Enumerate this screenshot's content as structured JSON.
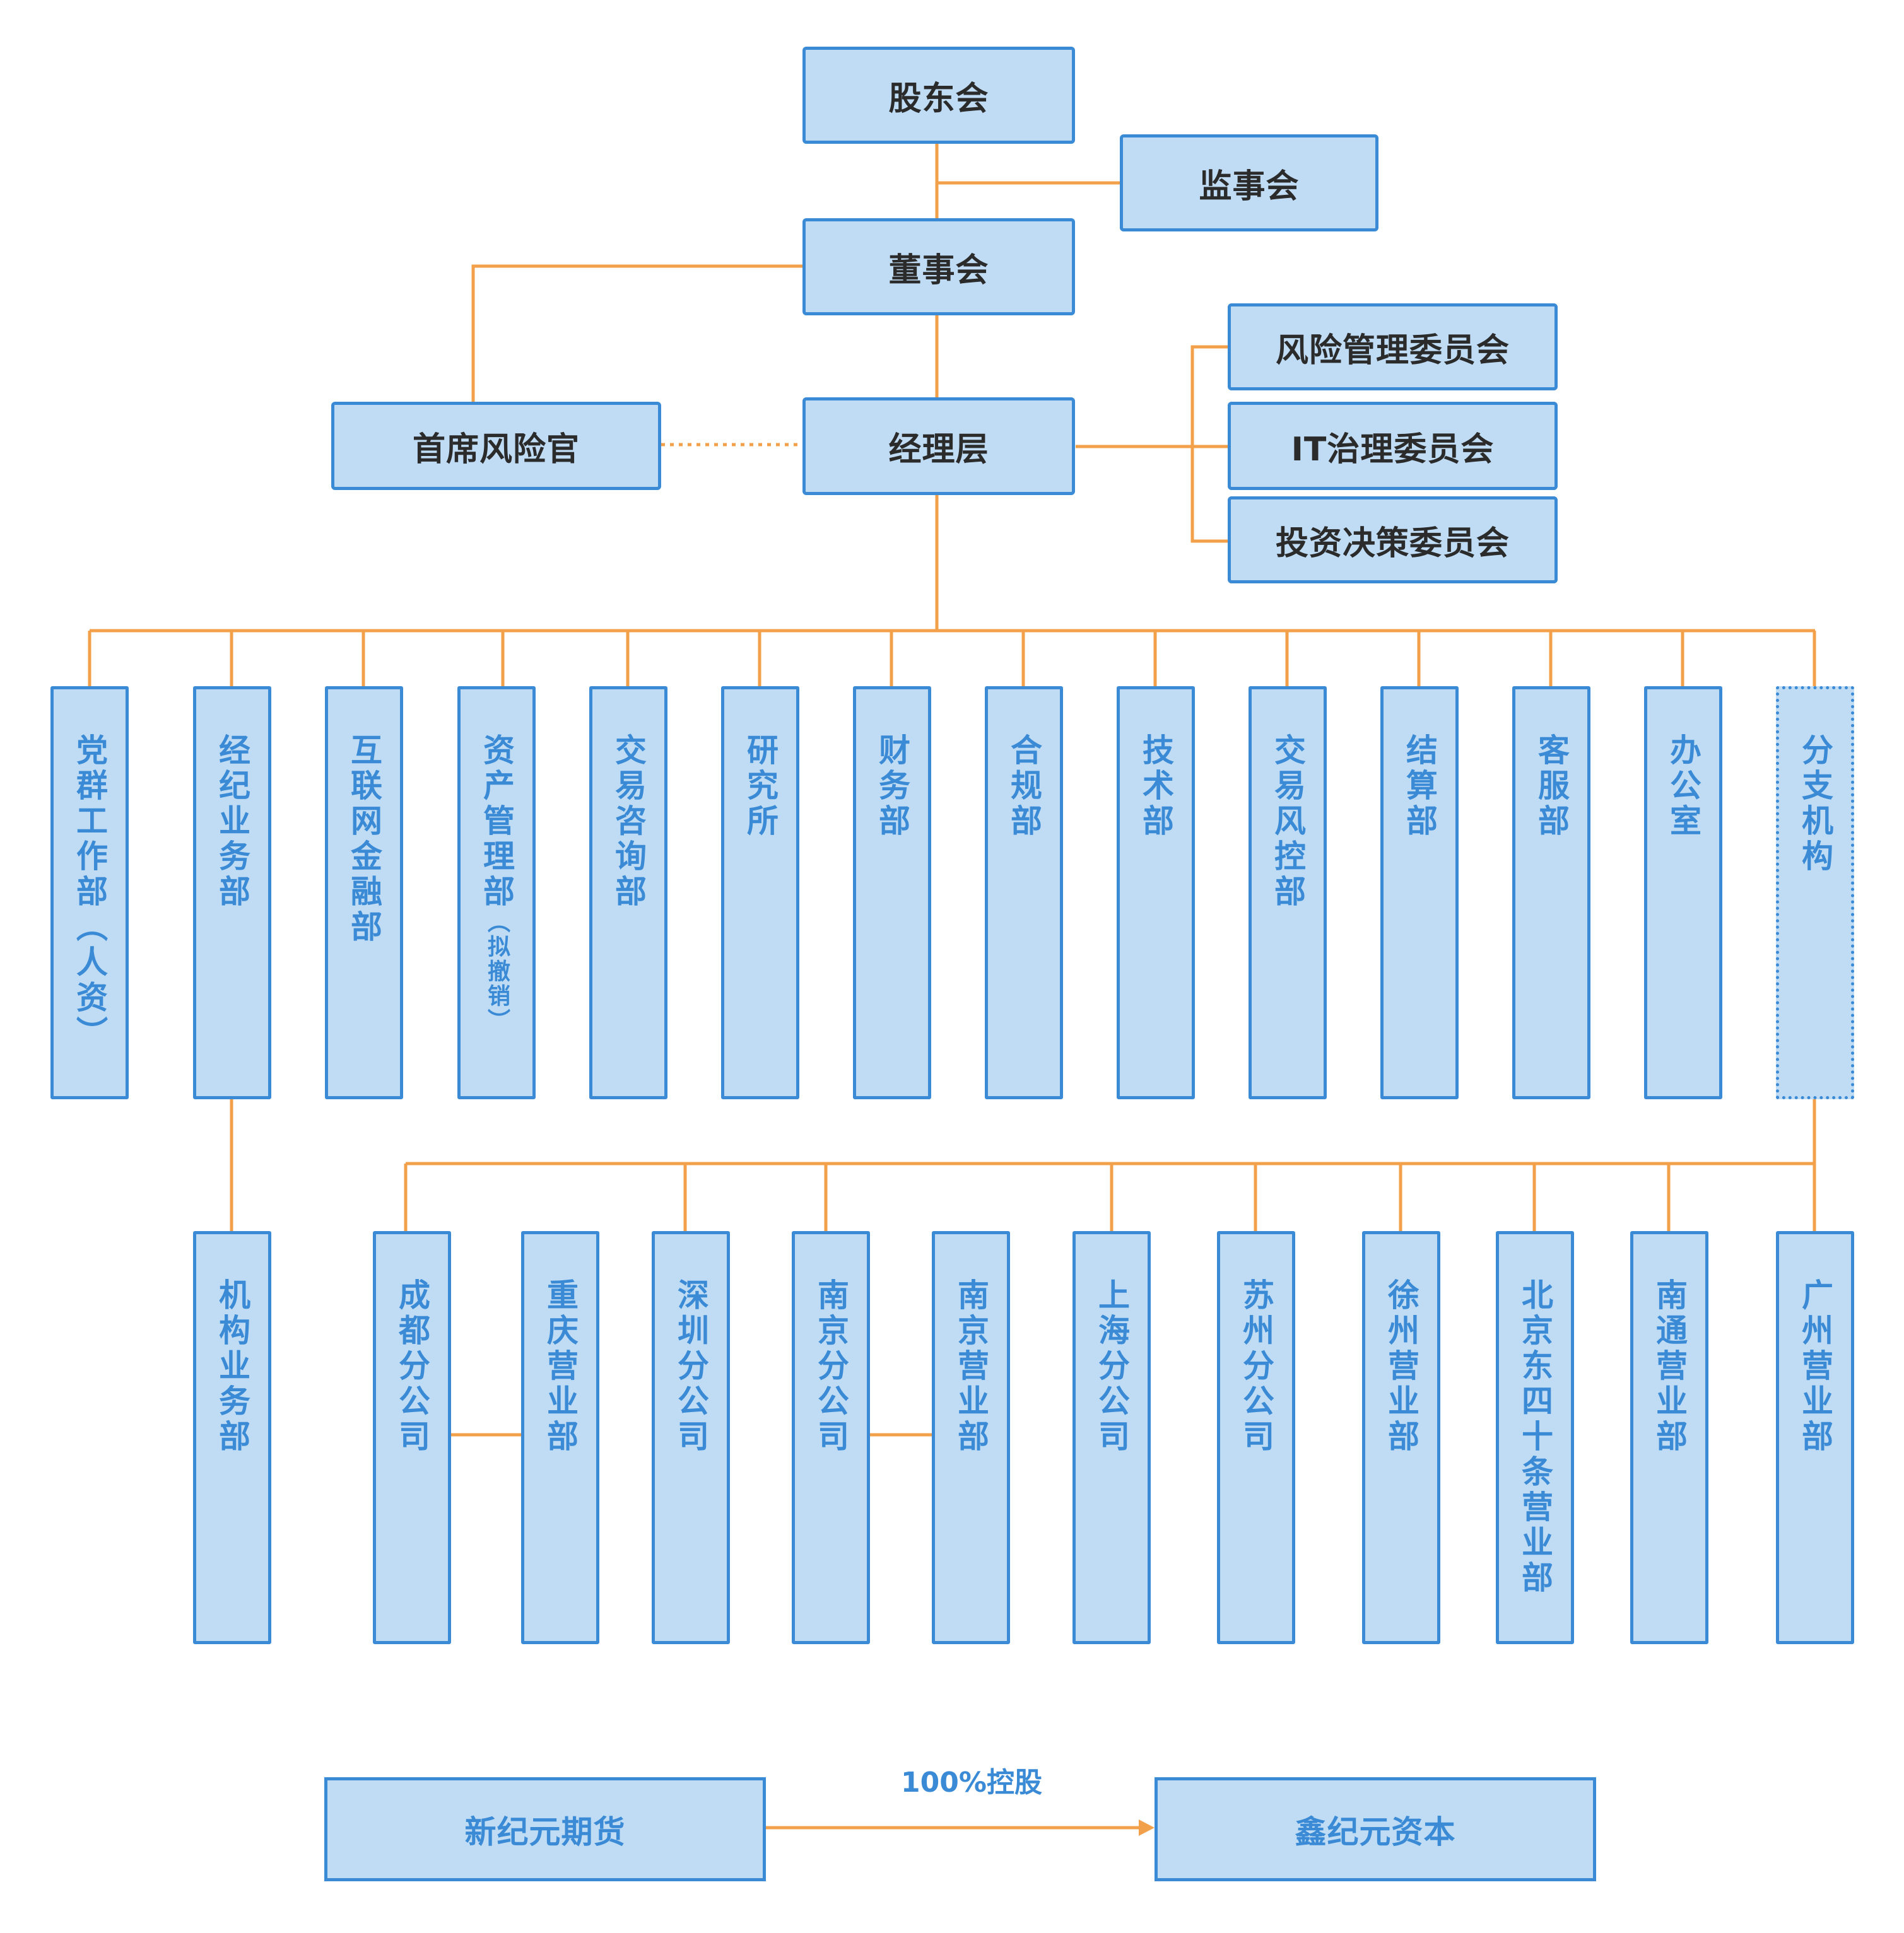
{
  "colors": {
    "box_fill": "#bfdcf4",
    "box_border": "#3a8ad6",
    "connector": "#f3a04a",
    "dark_text": "#2b2b2b",
    "blue_text": "#3a8ad6"
  },
  "top": {
    "shareholders": "股东会",
    "supervisors": "监事会",
    "board": "董事会",
    "cro": "首席风险官",
    "management": "经理层",
    "committees": [
      "风险管理委员会",
      "IT治理委员会",
      "投资决策委员会"
    ]
  },
  "departments": [
    {
      "main": "党群工作部",
      "note": "（人资）"
    },
    {
      "main": "经纪业务部"
    },
    {
      "main": "互联网金融部"
    },
    {
      "main": "资产管理部",
      "note": "（拟撤销）"
    },
    {
      "main": "交易咨询部"
    },
    {
      "main": "研究所"
    },
    {
      "main": "财务部"
    },
    {
      "main": "合规部"
    },
    {
      "main": "技术部"
    },
    {
      "main": "交易风控部"
    },
    {
      "main": "结算部"
    },
    {
      "main": "客服部"
    },
    {
      "main": "办公室"
    },
    {
      "main": "分支机构"
    }
  ],
  "brokerage_sub": "机构业务部",
  "branches": [
    "成都分公司",
    "重庆营业部",
    "深圳分公司",
    "南京分公司",
    "南京营业部",
    "上海分公司",
    "苏州分公司",
    "徐州营业部",
    "北京东四十条营业部",
    "南通营业部",
    "广州营业部"
  ],
  "parent_company": "新纪元期货",
  "subsidiary": "鑫纪元资本",
  "control_label": "100%控股"
}
